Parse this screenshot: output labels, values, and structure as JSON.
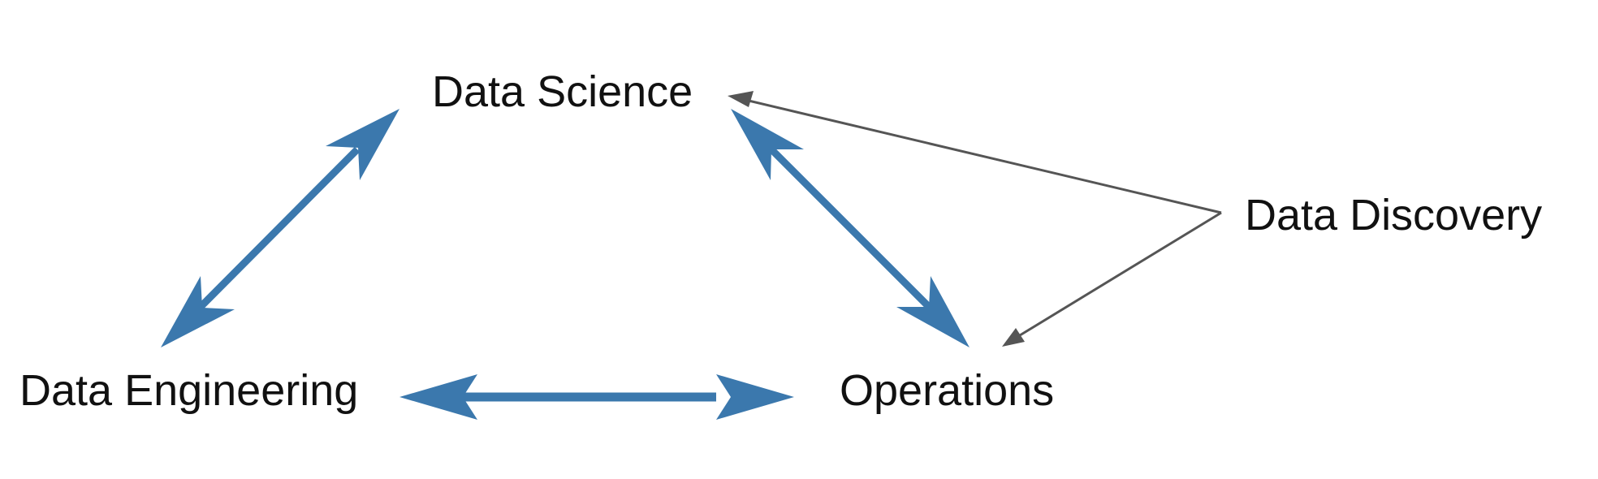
{
  "nodes": {
    "data_science": "Data Science",
    "data_engineering": "Data Engineering",
    "operations": "Operations",
    "data_discovery": "Data Discovery"
  },
  "colors": {
    "primary_arrow": "#3b78ad",
    "secondary_arrow": "#555555",
    "text": "#111111",
    "background": "#ffffff"
  }
}
